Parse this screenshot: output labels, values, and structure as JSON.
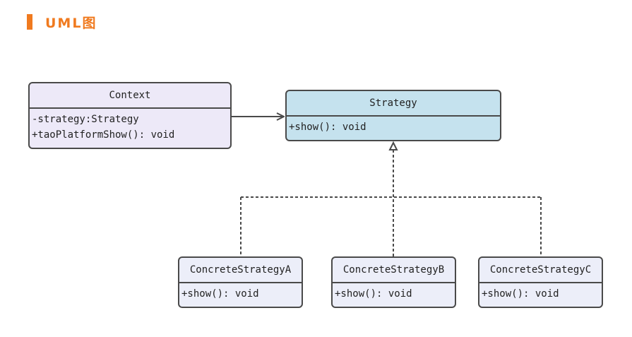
{
  "heading": {
    "title": "UML图",
    "accent_color": "#f07a1f"
  },
  "diagram": {
    "classes": {
      "context": {
        "name": "Context",
        "members": [
          "-strategy:Strategy",
          "+taoPlatformShow(): void"
        ],
        "fill": "#ede9f8"
      },
      "strategy": {
        "name": "Strategy",
        "members": [
          "+show(): void"
        ],
        "fill": "#c5e2ee"
      },
      "concrete_a": {
        "name": "ConcreteStrategyA",
        "members": [
          "+show(): void"
        ],
        "fill": "#eceef9"
      },
      "concrete_b": {
        "name": "ConcreteStrategyB",
        "members": [
          "+show(): void"
        ],
        "fill": "#eceef9"
      },
      "concrete_c": {
        "name": "ConcreteStrategyC",
        "members": [
          "+show(): void"
        ],
        "fill": "#eceef9"
      }
    },
    "relations": [
      {
        "type": "association",
        "from": "Context",
        "to": "Strategy"
      },
      {
        "type": "realization",
        "from": "ConcreteStrategyA",
        "to": "Strategy"
      },
      {
        "type": "realization",
        "from": "ConcreteStrategyB",
        "to": "Strategy"
      },
      {
        "type": "realization",
        "from": "ConcreteStrategyC",
        "to": "Strategy"
      }
    ]
  }
}
